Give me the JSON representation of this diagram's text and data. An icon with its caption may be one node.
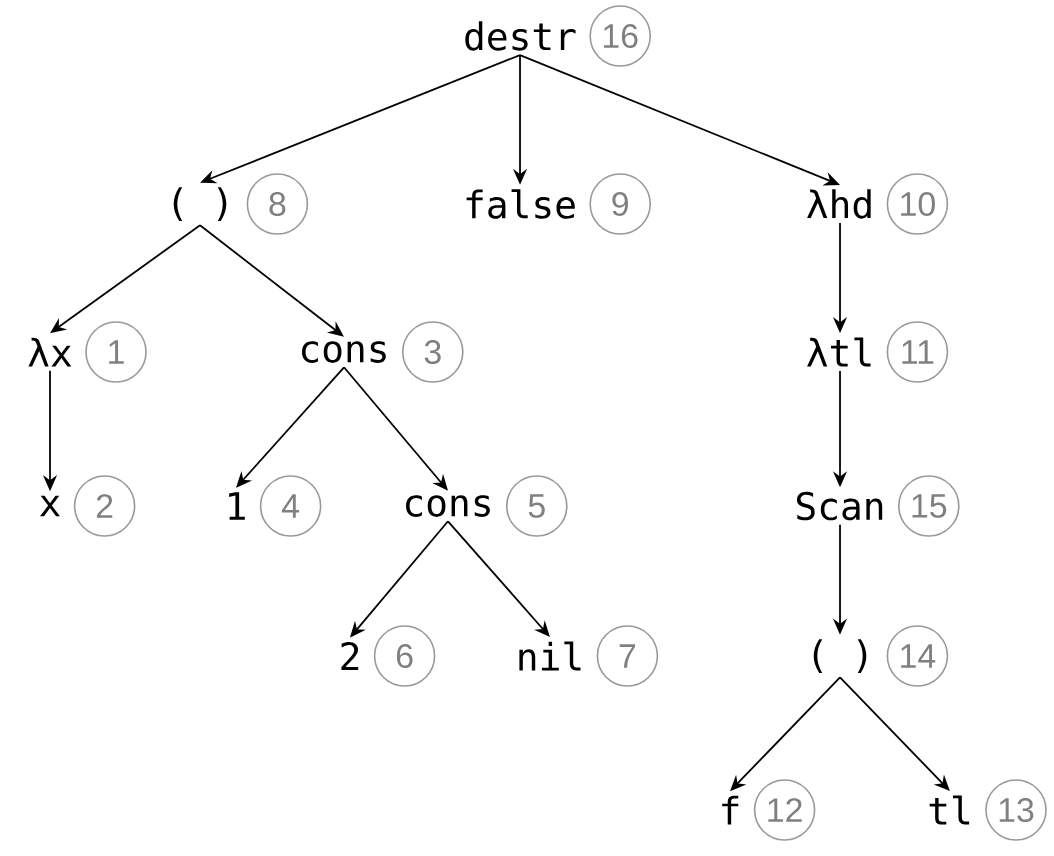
{
  "diagram": {
    "nodes": [
      {
        "text": [
          "destr"
        ],
        "beside": [
          "16"
        ]
      },
      {
        "text": [
          "( )"
        ],
        "beside": [
          "8"
        ]
      },
      {
        "text": [
          "false"
        ],
        "beside": [
          "9"
        ]
      },
      {
        "text": [
          "λhd"
        ],
        "beside": [
          "10"
        ]
      },
      {
        "text": [
          "λx"
        ],
        "beside": [
          "1"
        ]
      },
      {
        "text": [
          "cons"
        ],
        "beside": [
          "3"
        ]
      },
      {
        "text": [
          "λtl"
        ],
        "beside": [
          "11"
        ]
      },
      {
        "text": [
          "x"
        ],
        "beside": [
          "2"
        ]
      },
      {
        "text": [
          "1"
        ],
        "beside": [
          "4"
        ]
      },
      {
        "text": [
          "cons"
        ],
        "beside": [
          "5"
        ]
      },
      {
        "text": [
          "Scan"
        ],
        "beside": [
          "15"
        ]
      },
      {
        "text": [
          "2"
        ],
        "beside": [
          "6"
        ]
      },
      {
        "text": [
          "nil"
        ],
        "beside": [
          "7"
        ]
      },
      {
        "text": [
          "( )"
        ],
        "beside": [
          "14"
        ]
      },
      {
        "text": [
          "f"
        ],
        "beside": [
          "12"
        ]
      },
      {
        "text": [
          "tl"
        ],
        "beside": [
          "13"
        ]
      }
    ],
    "edges": [
      {
        "from": 0,
        "to": 1,
        "arrow": "to"
      },
      {
        "from": 0,
        "to": 2,
        "arrow": "to"
      },
      {
        "from": 0,
        "to": 3,
        "arrow": "to"
      },
      {
        "from": 1,
        "to": 4,
        "arrow": "to"
      },
      {
        "from": 1,
        "to": 5,
        "arrow": "to"
      },
      {
        "from": 3,
        "to": 6,
        "arrow": "to"
      },
      {
        "from": 4,
        "to": 7,
        "arrow": "to"
      },
      {
        "from": 5,
        "to": 8,
        "arrow": "to"
      },
      {
        "from": 5,
        "to": 9,
        "arrow": "to"
      },
      {
        "from": 6,
        "to": 10,
        "arrow": "to"
      },
      {
        "from": 9,
        "to": 11,
        "arrow": "to"
      },
      {
        "from": 9,
        "to": 12,
        "arrow": "to"
      },
      {
        "from": 10,
        "to": 13,
        "arrow": "to"
      },
      {
        "from": 13,
        "to": 14,
        "arrow": "to"
      },
      {
        "from": 13,
        "to": 15,
        "arrow": "to"
      }
    ]
  }
}
